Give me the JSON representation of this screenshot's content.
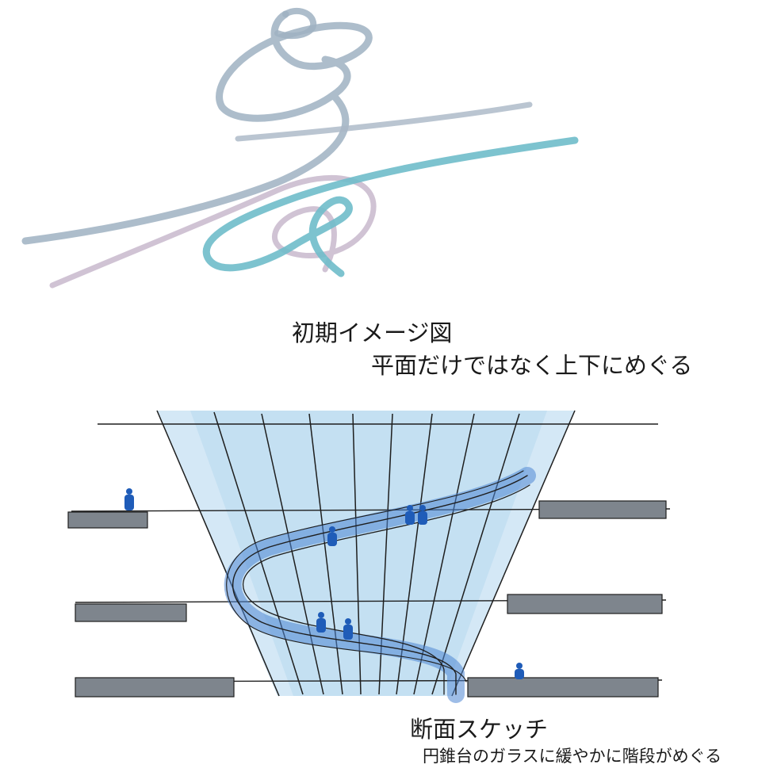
{
  "captions": {
    "top_title": "初期イメージ図",
    "top_subtitle": "平面だけではなく上下にめぐる",
    "bottom_title": "断面スケッチ",
    "bottom_subtitle": "円錐台のガラスに緩やかに階段がめぐる"
  },
  "colors": {
    "scribble_grey_blue": "#9fb1c2",
    "scribble_teal": "#6fbdca",
    "scribble_mauve": "#c8b8cc",
    "glass_blue": "#cfe6f5",
    "stair_blue": "#4f86d4",
    "figure_blue": "#1f5cb8",
    "floor_slab": "#7e858d",
    "ink": "#1e1e1e"
  }
}
